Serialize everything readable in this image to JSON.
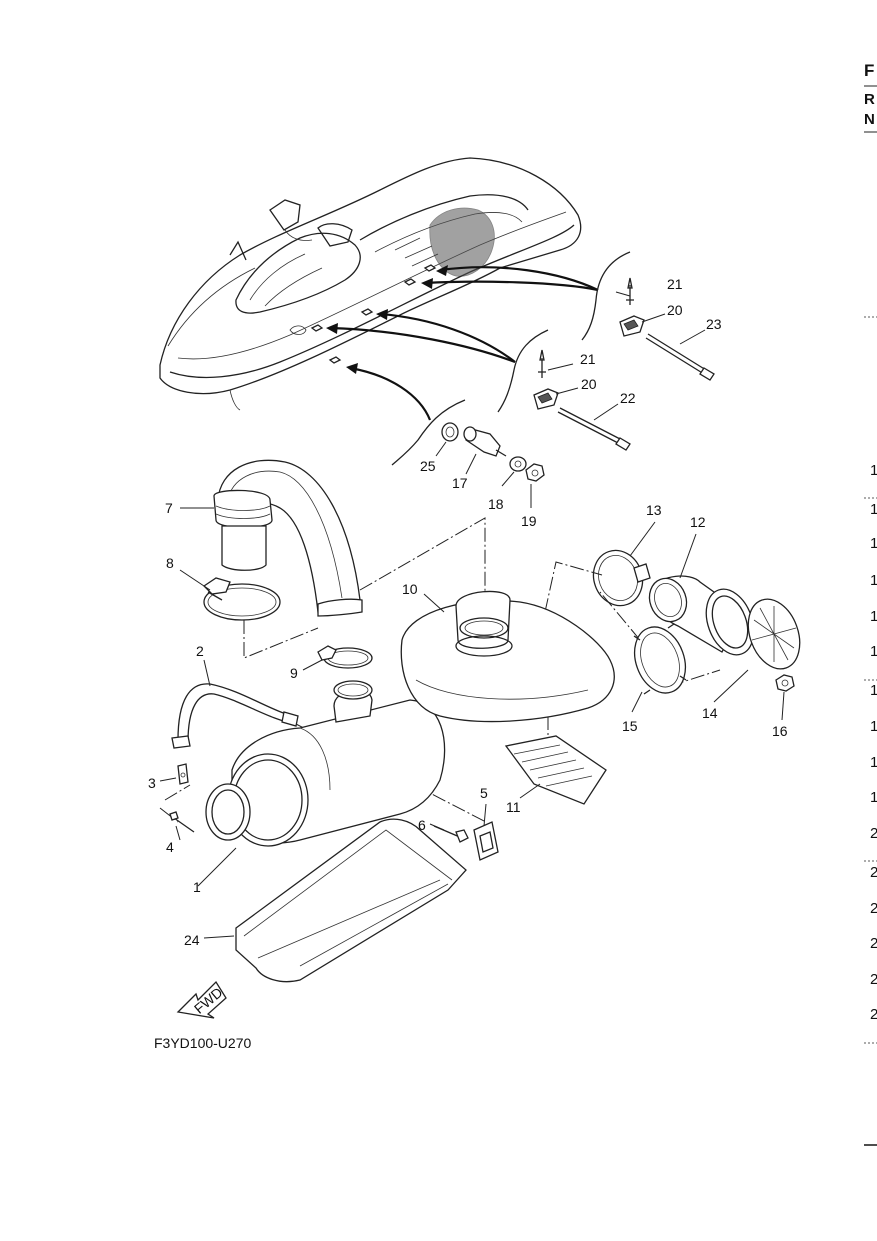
{
  "diagram_code": "F3YD100-U270",
  "fwd_label": "FWD",
  "parts": [
    {
      "id": "label-1",
      "text": "1"
    },
    {
      "id": "label-2",
      "text": "2"
    },
    {
      "id": "label-3",
      "text": "3"
    },
    {
      "id": "label-4",
      "text": "4"
    },
    {
      "id": "label-5",
      "text": "5"
    },
    {
      "id": "label-6",
      "text": "6"
    },
    {
      "id": "label-7",
      "text": "7"
    },
    {
      "id": "label-8",
      "text": "8"
    },
    {
      "id": "label-9",
      "text": "9"
    },
    {
      "id": "label-10",
      "text": "10"
    },
    {
      "id": "label-11",
      "text": "11"
    },
    {
      "id": "label-12",
      "text": "12"
    },
    {
      "id": "label-13",
      "text": "13"
    },
    {
      "id": "label-14",
      "text": "14"
    },
    {
      "id": "label-15",
      "text": "15"
    },
    {
      "id": "label-16",
      "text": "16"
    },
    {
      "id": "label-17",
      "text": "17"
    },
    {
      "id": "label-18",
      "text": "18"
    },
    {
      "id": "label-19",
      "text": "19"
    },
    {
      "id": "label-20a",
      "text": "20"
    },
    {
      "id": "label-20b",
      "text": "20"
    },
    {
      "id": "label-21a",
      "text": "21"
    },
    {
      "id": "label-21b",
      "text": "21"
    },
    {
      "id": "label-22",
      "text": "22"
    },
    {
      "id": "label-23",
      "text": "23"
    },
    {
      "id": "label-24",
      "text": "24"
    },
    {
      "id": "label-25",
      "text": "25"
    }
  ],
  "right_edge": {
    "header": [
      "F",
      "R",
      "N"
    ],
    "column": [
      "1",
      "1",
      "1",
      "1",
      "1",
      "1",
      "1",
      "1",
      "1",
      "1",
      "2",
      "2",
      "2",
      "2",
      "2",
      "2"
    ]
  }
}
